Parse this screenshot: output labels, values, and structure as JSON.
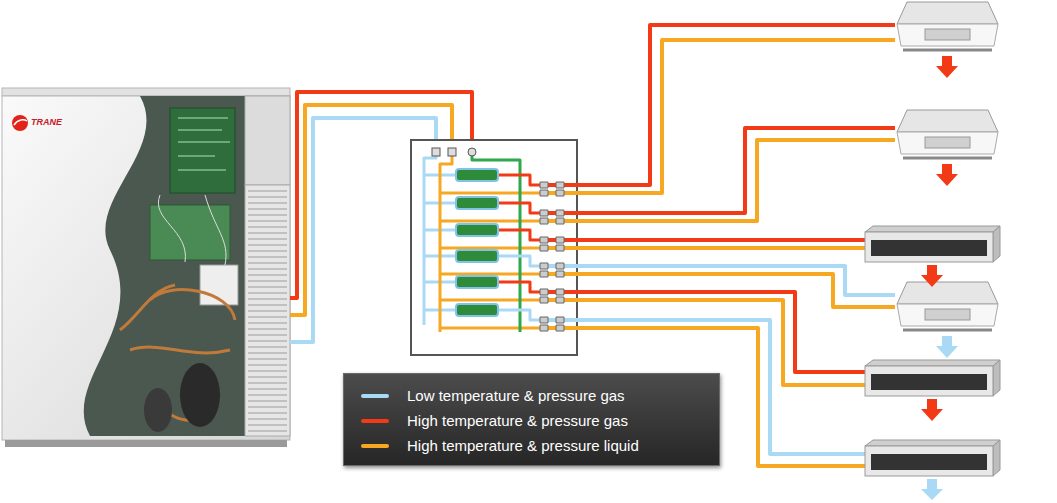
{
  "diagram": {
    "labels": [
      "TRANE"
    ],
    "legend": [
      {
        "text": "Low temperature & pressure gas",
        "color": "#a9d9f5"
      },
      {
        "text": "High temperature & pressure gas",
        "color": "#f23a16"
      },
      {
        "text": "High temperature & pressure liquid",
        "color": "#f7a823"
      }
    ]
  }
}
